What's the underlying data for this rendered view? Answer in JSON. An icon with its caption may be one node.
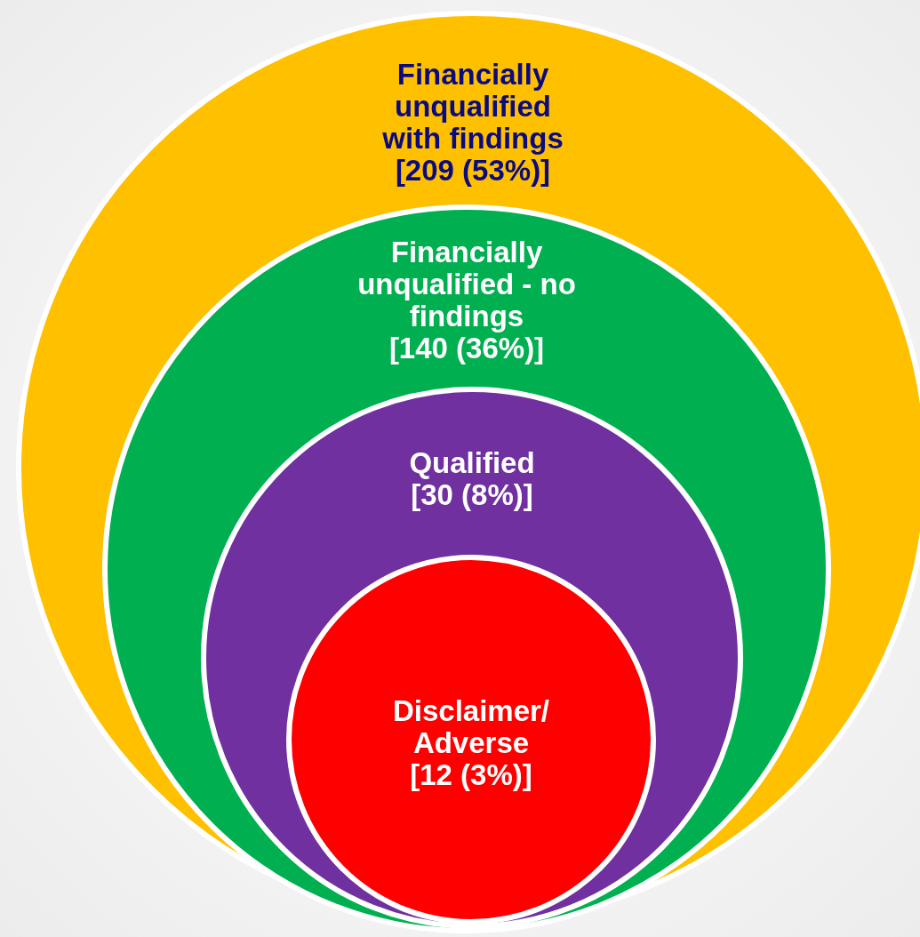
{
  "diagram": {
    "nodes": [
      {
        "text": [
          "Financially unqualified with findings",
          "[209 (53%)]"
        ]
      },
      {
        "text": [
          "Financially unqualified - no findings",
          "[140 (36%)]"
        ],
        "in": 0
      },
      {
        "text": [
          "Qualified",
          "[30 (8%)]"
        ],
        "in": 1
      },
      {
        "text": [
          "Disclaimer/ Adverse",
          "[12 (3%)]"
        ],
        "in": 2
      }
    ]
  }
}
